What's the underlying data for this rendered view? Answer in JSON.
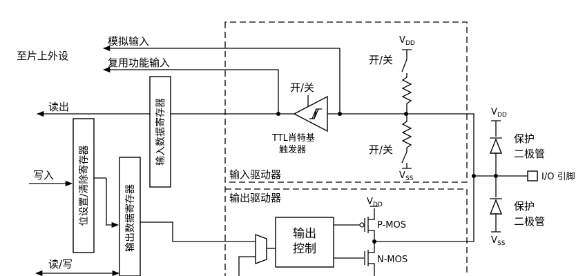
{
  "labels": {
    "to_chip_peripherals": "至片上外设",
    "analog_input": "模拟输入",
    "alt_function_input": "复用功能输入",
    "read_out": "读出",
    "write_in": "写入",
    "read_write": "读/写",
    "input_data_register": "输入数据寄存器",
    "bit_set_reset_register": "位设置/清除寄存器",
    "output_data_register": "输出数据寄存器",
    "on_off_top": "开/关",
    "on_off_pullup": "开/关",
    "on_off_pulldown": "开/关",
    "ttl_schmitt_line1": "TTL肖特基",
    "ttl_schmitt_line2": "触发器",
    "input_driver": "输入驱动器",
    "output_driver": "输出驱动器",
    "output_control_line1": "输出",
    "output_control_line2": "控制",
    "pmos": "P-MOS",
    "nmos": "N-MOS",
    "protection_diode_top_line1": "保护",
    "protection_diode_top_line2": "二极管",
    "protection_diode_bottom_line1": "保护",
    "protection_diode_bottom_line2": "二极管",
    "io_pin": "I/O 引脚",
    "v": "V",
    "dd": "DD",
    "ss": "SS"
  },
  "icons": {
    "schmitt_trigger": "schmitt-buffer-icon",
    "switch": "switch-icon",
    "resistor": "resistor-icon",
    "diode": "diode-icon",
    "mosfet": "mosfet-icon",
    "mux": "mux-icon",
    "pin": "pin-square-icon"
  },
  "colors": {
    "line": "#000000",
    "background": "#ffffff"
  }
}
